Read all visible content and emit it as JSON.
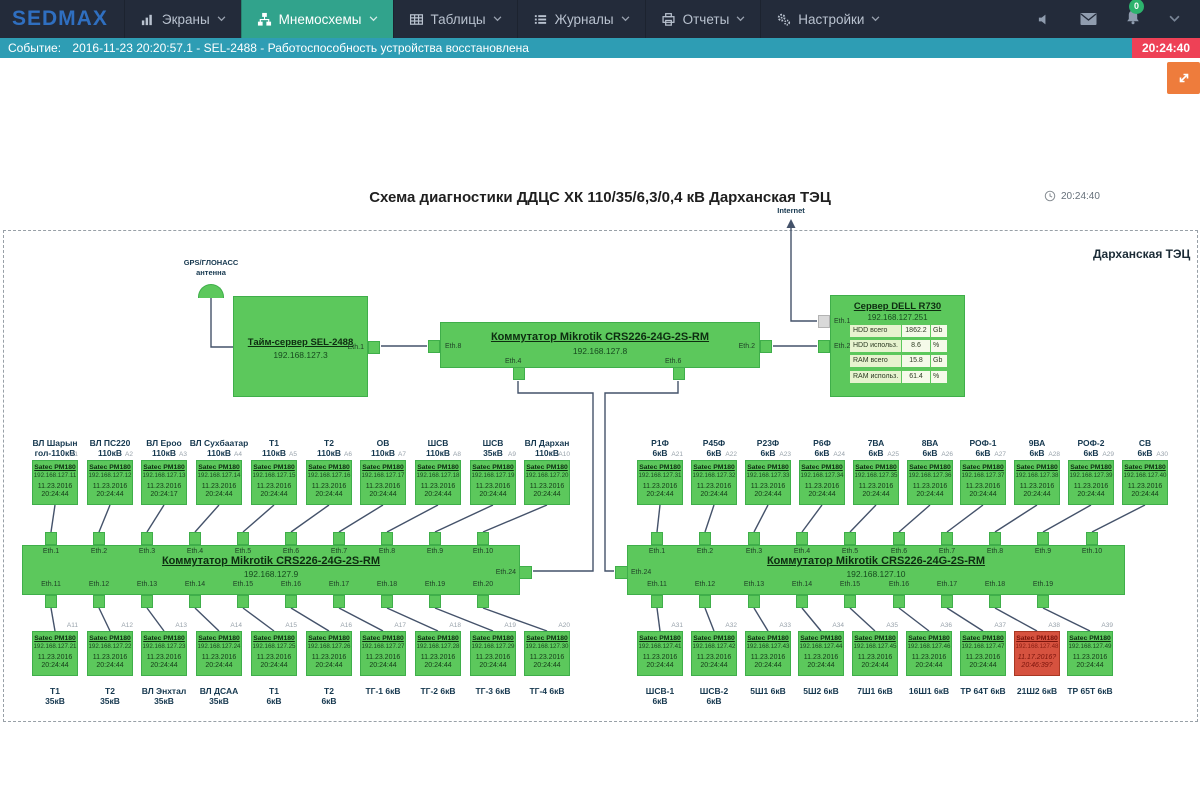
{
  "navbar": {
    "logo": "SEDMAX",
    "items": [
      {
        "label": "Экраны",
        "icon": "bar-chart"
      },
      {
        "label": "Мнемосхемы",
        "icon": "sitemap",
        "active": true
      },
      {
        "label": "Таблицы",
        "icon": "table"
      },
      {
        "label": "Журналы",
        "icon": "list"
      },
      {
        "label": "Отчеты",
        "icon": "printer"
      },
      {
        "label": "Настройки",
        "icon": "gears"
      }
    ],
    "notification_count": "0"
  },
  "event_bar": {
    "label": "Событие:",
    "message": "2016-11-23 20:20:57.1 - SEL-2488 - Работоспособность устройства восстановлена",
    "clock": "20:24:40"
  },
  "page": {
    "title": "Схема диагностики ДДЦС ХК 110/35/6,3/0,4 кВ Дарханская ТЭЦ",
    "clock": "20:24:40",
    "region_label": "Дарханская ТЭЦ",
    "internet_label": "Internet"
  },
  "antenna": {
    "line1": "GPS/ГЛОНАСС",
    "line2": "антенна"
  },
  "time_server": {
    "name": "Тайм-сервер SEL-2488",
    "ip": "192.168.127.3",
    "port": "Eth.1"
  },
  "core_switch": {
    "name": "Коммутатор Mikrotik CRS226-24G-2S-RM",
    "ip": "192.168.127.8",
    "port_left": "Eth.8",
    "port_right": "Eth.2",
    "port_bottom1": "Eth.4",
    "port_bottom2": "Eth.6"
  },
  "server": {
    "name": "Сервер DELL R730",
    "ip": "192.168.127.251",
    "port1": "Eth.1",
    "port2": "Eth.2",
    "stats": [
      {
        "label": "HDD всего",
        "value": "1862.2",
        "unit": "Gb"
      },
      {
        "label": "HDD использ.",
        "value": "8.6",
        "unit": "%"
      },
      {
        "label": "RAM всего",
        "value": "15.8",
        "unit": "Gb"
      },
      {
        "label": "RAM использ.",
        "value": "61.4",
        "unit": "%"
      }
    ]
  },
  "switch_left": {
    "name": "Коммутатор Mikrotik CRS226-24G-2S-RM",
    "ip": "192.168.127.9",
    "top_ports": [
      "Eth.1",
      "Eth.2",
      "Eth.3",
      "Eth.4",
      "Eth.5",
      "Eth.6",
      "Eth.7",
      "Eth.8",
      "Eth.9",
      "Eth.10"
    ],
    "bottom_ports": [
      "Eth.11",
      "Eth.12",
      "Eth.13",
      "Eth.14",
      "Eth.15",
      "Eth.16",
      "Eth.17",
      "Eth.18",
      "Eth.19",
      "Eth.20"
    ],
    "side_port": "Eth.24"
  },
  "switch_right": {
    "name": "Коммутатор Mikrotik CRS226-24G-2S-RM",
    "ip": "192.168.127.10",
    "top_ports": [
      "Eth.1",
      "Eth.2",
      "Eth.3",
      "Eth.4",
      "Eth.5",
      "Eth.6",
      "Eth.7",
      "Eth.8",
      "Eth.9",
      "Eth.10"
    ],
    "bottom_ports": [
      "Eth.11",
      "Eth.12",
      "Eth.13",
      "Eth.14",
      "Eth.15",
      "Eth.16",
      "Eth.17",
      "Eth.18",
      "Eth.19"
    ],
    "side_port": "Eth.24"
  },
  "groups": {
    "top_left": [
      {
        "id": "A1",
        "label": [
          "ВЛ Шарын",
          "гол-110кВ"
        ],
        "name": "Satec PM180",
        "ip": "192.168.127.11",
        "date": "11.23.2016",
        "time": "20:24:44",
        "state": "ok"
      },
      {
        "id": "A2",
        "label": [
          "ВЛ ПС220",
          "110кВ"
        ],
        "name": "Satec PM180",
        "ip": "192.168.127.12",
        "date": "11.23.2016",
        "time": "20:24:44",
        "state": "ok"
      },
      {
        "id": "A3",
        "label": [
          "ВЛ Ероо",
          "110кВ"
        ],
        "name": "Satec PM180",
        "ip": "192.168.127.13",
        "date": "11.23.2016",
        "time": "20:24:17",
        "state": "ok"
      },
      {
        "id": "A4",
        "label": [
          "ВЛ Сухбаатар",
          "110кВ"
        ],
        "name": "Satec PM180",
        "ip": "192.168.127.14",
        "date": "11.23.2016",
        "time": "20:24:44",
        "state": "ok"
      },
      {
        "id": "A5",
        "label": [
          "Т1",
          "110кВ"
        ],
        "name": "Satec PM180",
        "ip": "192.168.127.15",
        "date": "11.23.2016",
        "time": "20:24:44",
        "state": "ok"
      },
      {
        "id": "A6",
        "label": [
          "Т2",
          "110кВ"
        ],
        "name": "Satec PM180",
        "ip": "192.168.127.16",
        "date": "11.23.2016",
        "time": "20:24:44",
        "state": "ok"
      },
      {
        "id": "A7",
        "label": [
          "ОВ",
          "110кВ"
        ],
        "name": "Satec PM180",
        "ip": "192.168.127.17",
        "date": "11.23.2016",
        "time": "20:24:44",
        "state": "ok"
      },
      {
        "id": "A8",
        "label": [
          "ШСВ",
          "110кВ"
        ],
        "name": "Satec PM180",
        "ip": "192.168.127.18",
        "date": "11.23.2016",
        "time": "20:24:44",
        "state": "ok"
      },
      {
        "id": "A9",
        "label": [
          "ШСВ",
          "35кВ"
        ],
        "name": "Satec PM180",
        "ip": "192.168.127.19",
        "date": "11.23.2016",
        "time": "20:24:44",
        "state": "ok"
      },
      {
        "id": "A10",
        "label": [
          "ВЛ Дархан",
          "110кВ"
        ],
        "name": "Satec PM180",
        "ip": "192.168.127.20",
        "date": "11.23.2016",
        "time": "20:24:44",
        "state": "ok"
      }
    ],
    "bottom_left": [
      {
        "id": "A11",
        "label": [
          "Т1",
          "35кВ"
        ],
        "name": "Satec PM180",
        "ip": "192.168.127.21",
        "date": "11.23.2016",
        "time": "20:24:44",
        "state": "ok"
      },
      {
        "id": "A12",
        "label": [
          "Т2",
          "35кВ"
        ],
        "name": "Satec PM180",
        "ip": "192.168.127.22",
        "date": "11.23.2016",
        "time": "20:24:44",
        "state": "ok"
      },
      {
        "id": "A13",
        "label": [
          "ВЛ Энхтал",
          "35кВ"
        ],
        "name": "Satec PM180",
        "ip": "192.168.127.23",
        "date": "11.23.2016",
        "time": "20:24:44",
        "state": "ok"
      },
      {
        "id": "A14",
        "label": [
          "ВЛ ДСАА",
          "35кВ"
        ],
        "name": "Satec PM180",
        "ip": "192.168.127.24",
        "date": "11.23.2016",
        "time": "20:24:44",
        "state": "ok"
      },
      {
        "id": "A15",
        "label": [
          "Т1",
          "6кВ"
        ],
        "name": "Satec PM180",
        "ip": "192.168.127.25",
        "date": "11.23.2016",
        "time": "20:24:44",
        "state": "ok"
      },
      {
        "id": "A16",
        "label": [
          "Т2",
          "6кВ"
        ],
        "name": "Satec PM180",
        "ip": "192.168.127.26",
        "date": "11.23.2016",
        "time": "20:24:44",
        "state": "ok"
      },
      {
        "id": "A17",
        "label": [
          "ТГ-1  6кВ"
        ],
        "name": "Satec PM180",
        "ip": "192.168.127.27",
        "date": "11.23.2016",
        "time": "20:24:44",
        "state": "ok"
      },
      {
        "id": "A18",
        "label": [
          "ТГ-2  6кВ"
        ],
        "name": "Satec PM180",
        "ip": "192.168.127.28",
        "date": "11.23.2016",
        "time": "20:24:44",
        "state": "ok"
      },
      {
        "id": "A19",
        "label": [
          "ТГ-3  6кВ"
        ],
        "name": "Satec PM180",
        "ip": "192.168.127.29",
        "date": "11.23.2016",
        "time": "20:24:44",
        "state": "ok"
      },
      {
        "id": "A20",
        "label": [
          "ТГ-4  6кВ"
        ],
        "name": "Satec PM180",
        "ip": "192.168.127.30",
        "date": "11.23.2016",
        "time": "20:24:44",
        "state": "ok"
      }
    ],
    "top_right": [
      {
        "id": "A21",
        "label": [
          "Р1Ф",
          "6кВ"
        ],
        "name": "Satec PM180",
        "ip": "192.168.127.31",
        "date": "11.23.2016",
        "time": "20:24:44",
        "state": "ok"
      },
      {
        "id": "A22",
        "label": [
          "Р45Ф",
          "6кВ"
        ],
        "name": "Satec PM180",
        "ip": "192.168.127.32",
        "date": "11.23.2016",
        "time": "20:24:44",
        "state": "ok"
      },
      {
        "id": "A23",
        "label": [
          "Р23Ф",
          "6кВ"
        ],
        "name": "Satec PM180",
        "ip": "192.168.127.33",
        "date": "11.23.2016",
        "time": "20:24:44",
        "state": "ok"
      },
      {
        "id": "A24",
        "label": [
          "Р6Ф",
          "6кВ"
        ],
        "name": "Satec PM180",
        "ip": "192.168.127.34",
        "date": "11.23.2016",
        "time": "20:24:44",
        "state": "ok"
      },
      {
        "id": "A25",
        "label": [
          "7ВА",
          "6кВ"
        ],
        "name": "Satec PM180",
        "ip": "192.168.127.35",
        "date": "11.23.2016",
        "time": "20:24:44",
        "state": "ok"
      },
      {
        "id": "A26",
        "label": [
          "8ВА",
          "6кВ"
        ],
        "name": "Satec PM180",
        "ip": "192.168.127.36",
        "date": "11.23.2016",
        "time": "20:24:44",
        "state": "ok"
      },
      {
        "id": "A27",
        "label": [
          "РОФ-1",
          "6кВ"
        ],
        "name": "Satec PM180",
        "ip": "192.168.127.37",
        "date": "11.23.2016",
        "time": "20:24:44",
        "state": "ok"
      },
      {
        "id": "A28",
        "label": [
          "9ВА",
          "6кВ"
        ],
        "name": "Satec PM180",
        "ip": "192.168.127.38",
        "date": "11.23.2016",
        "time": "20:24:44",
        "state": "ok"
      },
      {
        "id": "A29",
        "label": [
          "РОФ-2",
          "6кВ"
        ],
        "name": "Satec PM180",
        "ip": "192.168.127.39",
        "date": "11.23.2016",
        "time": "20:24:44",
        "state": "ok"
      },
      {
        "id": "A30",
        "label": [
          "СВ",
          "6кВ"
        ],
        "name": "Satec PM180",
        "ip": "192.168.127.40",
        "date": "11.23.2016",
        "time": "20:24:44",
        "state": "ok"
      }
    ],
    "bottom_right": [
      {
        "id": "A31",
        "label": [
          "ШСВ-1",
          "6кВ"
        ],
        "name": "Satec PM180",
        "ip": "192.168.127.41",
        "date": "11.23.2016",
        "time": "20:24:44",
        "state": "ok"
      },
      {
        "id": "A32",
        "label": [
          "ШСВ-2",
          "6кВ"
        ],
        "name": "Satec PM180",
        "ip": "192.168.127.42",
        "date": "11.23.2016",
        "time": "20:24:44",
        "state": "ok"
      },
      {
        "id": "A33",
        "label": [
          "5Ш1  6кВ"
        ],
        "name": "Satec PM180",
        "ip": "192.168.127.43",
        "date": "11.23.2016",
        "time": "20:24:44",
        "state": "ok"
      },
      {
        "id": "A34",
        "label": [
          "5Ш2  6кВ"
        ],
        "name": "Satec PM180",
        "ip": "192.168.127.44",
        "date": "11.23.2016",
        "time": "20:24:44",
        "state": "ok"
      },
      {
        "id": "A35",
        "label": [
          "7Ш1  6кВ"
        ],
        "name": "Satec PM180",
        "ip": "192.168.127.45",
        "date": "11.23.2016",
        "time": "20:24:44",
        "state": "ok"
      },
      {
        "id": "A36",
        "label": [
          "16Ш1  6кВ"
        ],
        "name": "Satec PM180",
        "ip": "192.168.127.46",
        "date": "11.23.2016",
        "time": "20:24:44",
        "state": "ok"
      },
      {
        "id": "A37",
        "label": [
          "ТР 64Т  6кВ"
        ],
        "name": "Satec PM180",
        "ip": "192.168.127.47",
        "date": "11.23.2016",
        "time": "20:24:44",
        "state": "ok"
      },
      {
        "id": "A38",
        "label": [
          "21Ш2  6кВ"
        ],
        "name": "Satec PM180",
        "ip": "192.168.127.48",
        "date": "11.17.2016?",
        "time": "20:46:39?",
        "state": "alarm"
      },
      {
        "id": "A39",
        "label": [
          "ТР 65Т  6кВ"
        ],
        "name": "Satec PM180",
        "ip": "192.168.127.49",
        "date": "11.23.2016",
        "time": "20:24:44",
        "state": "ok"
      }
    ]
  }
}
